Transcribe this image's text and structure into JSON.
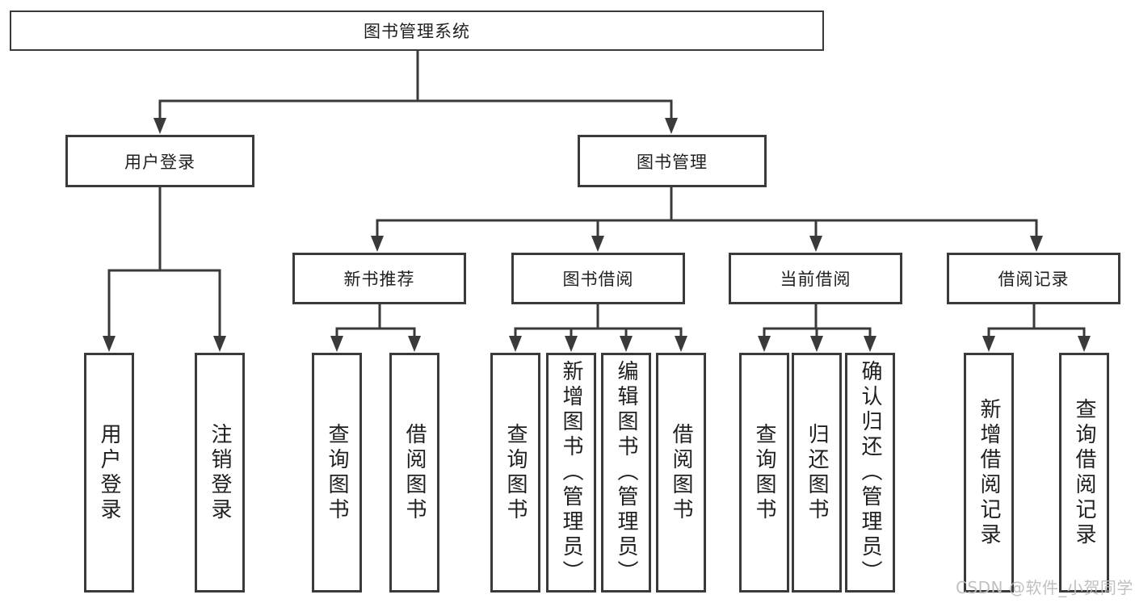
{
  "diagram": {
    "type": "hierarchy-tree",
    "colors": {
      "line": "#3a3a3a",
      "box_border": "#3a3a3a",
      "text": "#1f1f1f",
      "background": "#ffffff",
      "watermark": "#bdbdbd"
    },
    "tree": {
      "label": "图书管理系统",
      "children": [
        {
          "label": "用户登录",
          "children": [
            {
              "label": "用户登录"
            },
            {
              "label": "注销登录"
            }
          ]
        },
        {
          "label": "图书管理",
          "children": [
            {
              "label": "新书推荐",
              "children": [
                {
                  "label": "查询图书"
                },
                {
                  "label": "借阅图书"
                }
              ]
            },
            {
              "label": "图书借阅",
              "children": [
                {
                  "label": "查询图书"
                },
                {
                  "label": "新增图书（管理员）"
                },
                {
                  "label": "编辑图书（管理员）"
                },
                {
                  "label": "借阅图书"
                }
              ]
            },
            {
              "label": "当前借阅",
              "children": [
                {
                  "label": "查询图书"
                },
                {
                  "label": "归还图书"
                },
                {
                  "label": "确认归还（管理员）"
                }
              ]
            },
            {
              "label": "借阅记录",
              "children": [
                {
                  "label": "新增借阅记录"
                },
                {
                  "label": "查询借阅记录"
                }
              ]
            }
          ]
        }
      ]
    }
  },
  "watermark": {
    "text": "CSDN @软件_小贺同学"
  }
}
